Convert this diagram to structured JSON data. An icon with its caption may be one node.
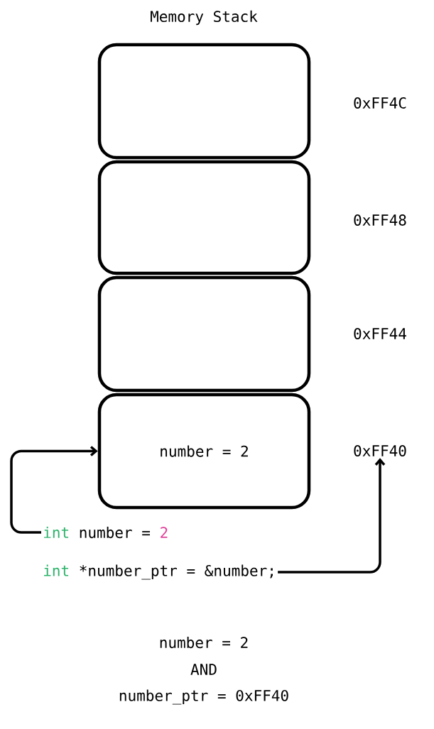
{
  "diagram": {
    "title": "Memory Stack",
    "nodes": [
      {
        "text": [],
        "shape": "box"
      },
      {
        "text": [],
        "shape": "box"
      },
      {
        "text": [],
        "shape": "box"
      },
      {
        "text": [
          "number = 2"
        ]
      },
      {
        "text": [
          "0xFF40"
        ]
      },
      {
        "text": [
          "int",
          "number =",
          "2"
        ]
      },
      {
        "text": [
          "int",
          "*number_ptr = &number;"
        ]
      }
    ],
    "edges": [
      {
        "from": 5,
        "to": 3,
        "arrow": "to"
      },
      {
        "from": 6,
        "to": 4,
        "arrow": "to"
      }
    ],
    "labels": [
      "0xFF4C",
      "0xFF48",
      "0xFF44",
      "number = 2",
      "AND",
      "number_ptr = 0xFF40"
    ]
  }
}
